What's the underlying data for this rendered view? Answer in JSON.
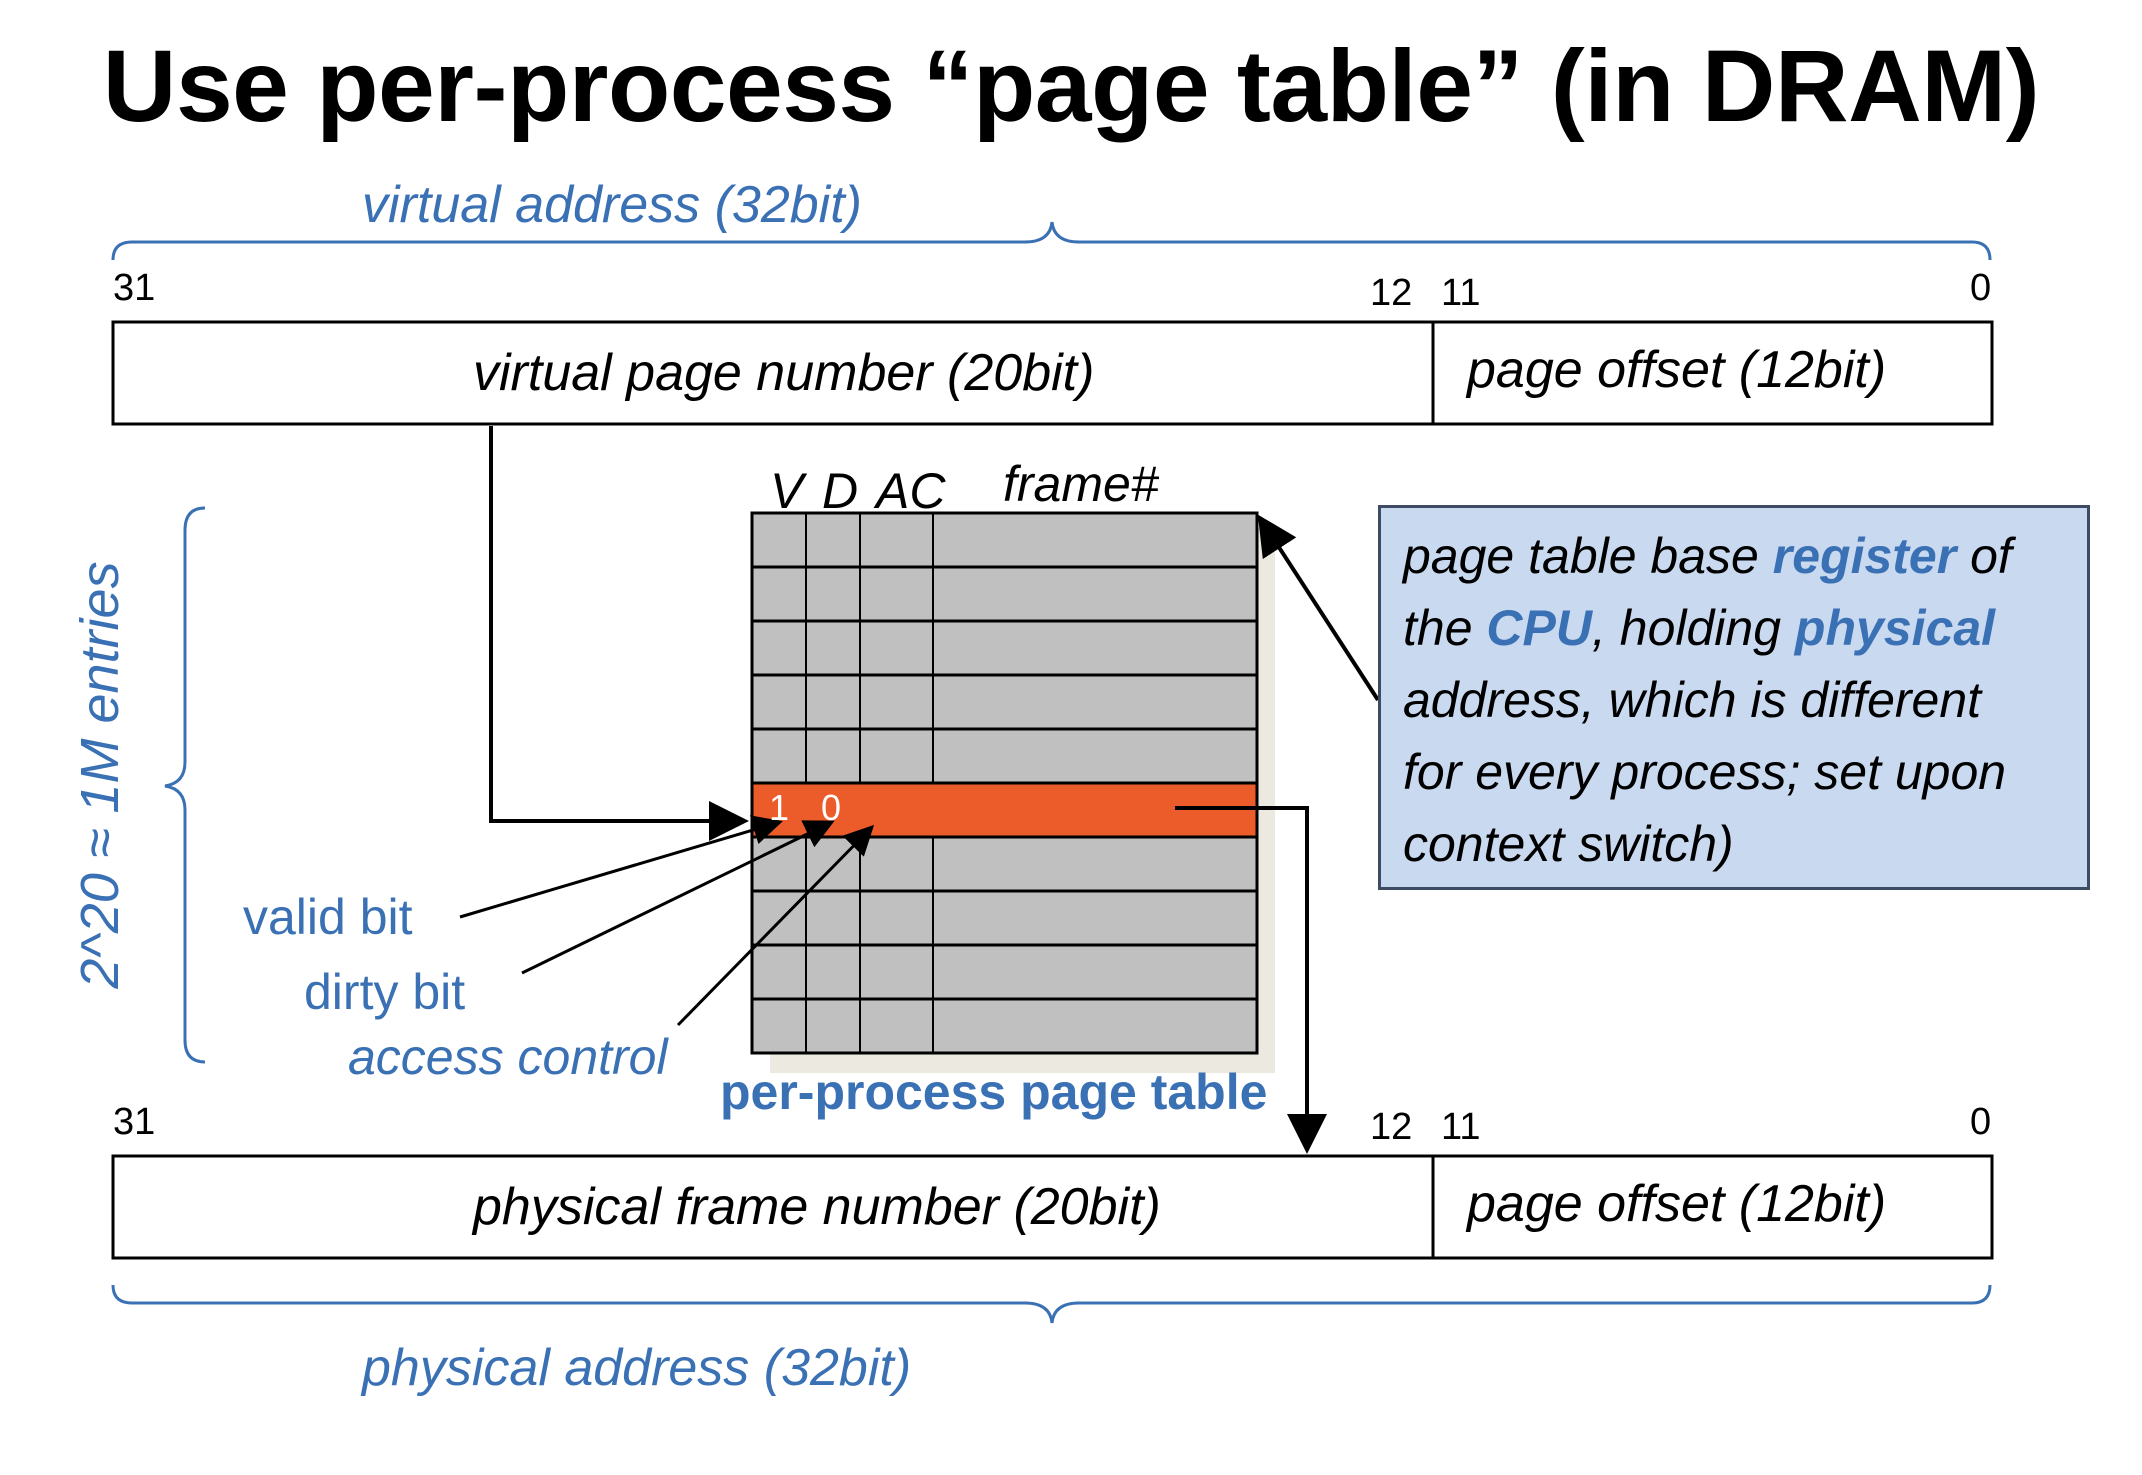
{
  "title": "Use per-process “page table” (in DRAM)",
  "virtual_address": {
    "caption": "virtual address (32bit)",
    "bit_31": "31",
    "bit_12": "12",
    "bit_11": "11",
    "bit_0": "0",
    "vpn_label": "virtual page number (20bit)",
    "offset_label": "page offset (12bit)"
  },
  "physical_address": {
    "caption": "physical address (32bit)",
    "bit_31": "31",
    "bit_12": "12",
    "bit_11": "11",
    "bit_0": "0",
    "pfn_label": "physical frame number (20bit)",
    "offset_label": "page offset (12bit)"
  },
  "page_table": {
    "columns": [
      "V",
      "D",
      "AC",
      "frame#"
    ],
    "highlight_values": [
      "1",
      "0"
    ],
    "caption": "per-process page table",
    "entries_label": "2^20 ≈ 1M entries",
    "row_count_shown": 10,
    "highlight_row_index": 5,
    "cell_color": "#c0c0c0",
    "highlight_color": "#ec5b2a"
  },
  "annotations": {
    "valid_bit": "valid bit",
    "dirty_bit": "dirty bit",
    "access_control": "access control"
  },
  "note": {
    "line1_a": "page table base ",
    "line1_b": "register",
    "line1_c": " of",
    "line2_a": "the ",
    "line2_b": "CPU",
    "line2_c": ", holding ",
    "line2_d": "physical",
    "line3": "address, which is different",
    "line4": "for every process; set upon",
    "line5": "context switch)"
  },
  "colors": {
    "accent_blue": "#3a70b4",
    "note_bg": "#c9d9ef"
  }
}
